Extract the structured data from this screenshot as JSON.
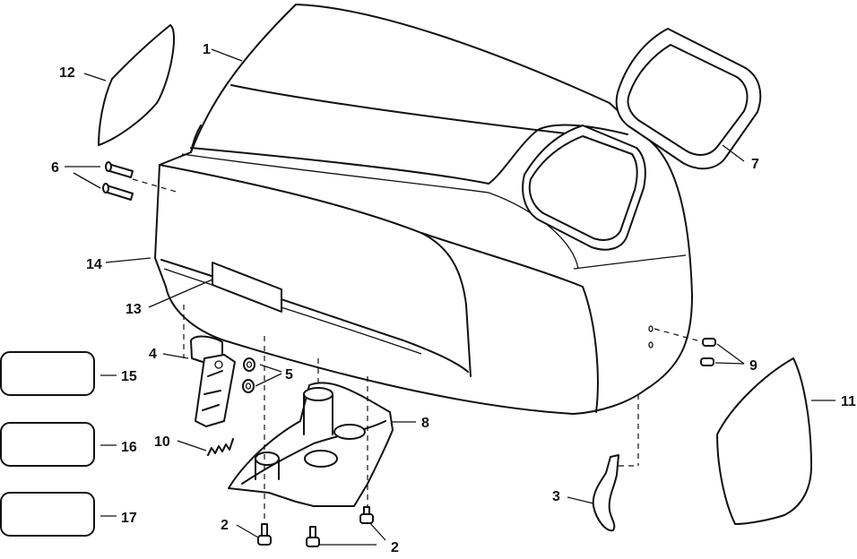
{
  "callouts": {
    "c1": "1",
    "c2a": "2",
    "c2b": "2",
    "c3": "3",
    "c4": "4",
    "c5": "5",
    "c6": "6",
    "c7": "7",
    "c8": "8",
    "c9": "9",
    "c10": "10",
    "c11": "11",
    "c12": "12",
    "c13": "13",
    "c14": "14",
    "c15": "15",
    "c16": "16",
    "c17": "17"
  }
}
